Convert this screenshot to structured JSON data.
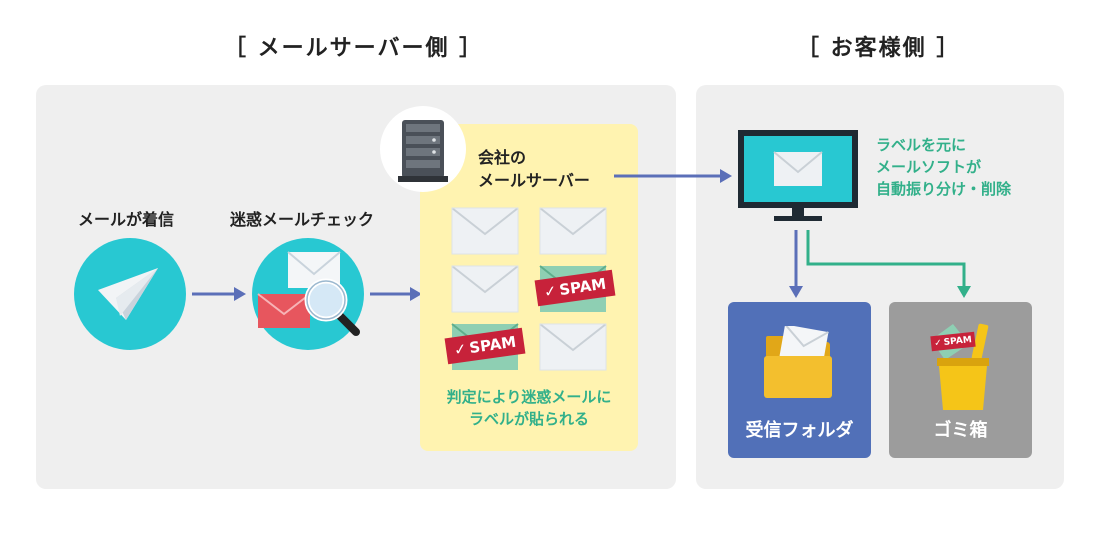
{
  "headings": {
    "server_side": "［ メールサーバー側 ］",
    "client_side": "［ お客様側 ］"
  },
  "steps": {
    "incoming": "メールが着信",
    "spam_check": "迷惑メールチェック",
    "server_name_line1": "会社の",
    "server_name_line2": "メールサーバー",
    "label_note_line1": "判定により迷惑メールに",
    "label_note_line2": "ラベルが貼られる"
  },
  "client": {
    "sort_line1": "ラベルを元に",
    "sort_line2": "メールソフトが",
    "sort_line3": "自動振り分け・削除",
    "inbox_folder": "受信フォルダ",
    "trash": "ゴミ箱"
  },
  "tags": {
    "spam": "SPAM"
  },
  "colors": {
    "panel": "#efefef",
    "cyan": "#28c8d2",
    "yellow": "#fff3b0",
    "blue_arrow": "#5b6fb8",
    "green": "#32b08a",
    "folder_box": "#5170b8",
    "trash_box": "#9c9c9c",
    "spam_red": "#c7223a"
  },
  "icons": [
    "paper-plane-icon",
    "envelope-icon",
    "magnifier-icon",
    "server-icon",
    "monitor-icon",
    "folder-icon",
    "trash-bin-icon",
    "check-icon"
  ]
}
